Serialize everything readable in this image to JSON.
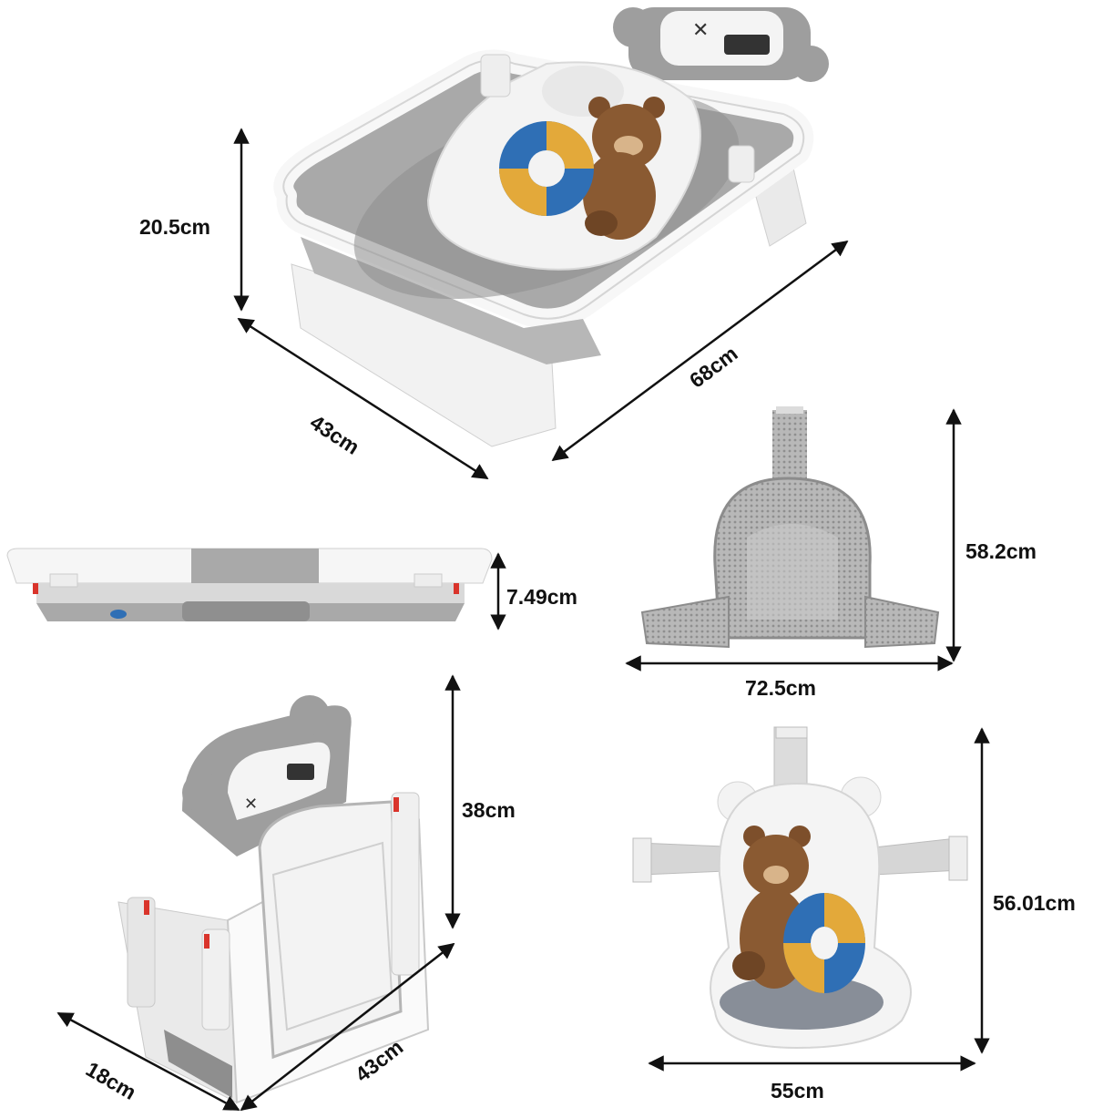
{
  "colors": {
    "frame_white": "#fafafa",
    "tub_grey": "#a9a9a9",
    "dark_grey": "#6e6e6e",
    "bear_brown": "#8a5a32",
    "ring_blue": "#2f6fb5",
    "ring_yellow": "#e3a93a",
    "mesh_grey": "#9c9c9c",
    "accent_red": "#d9342b",
    "arrow": "#111111"
  },
  "icons": {
    "tub_open": "bathtub-illustration",
    "tub_flat": "folded-tub-side-illustration",
    "tub_folded": "folded-tub-standing-illustration",
    "mesh_seat": "mesh-bath-seat-illustration",
    "cushion": "bear-cushion-illustration"
  },
  "dimensions": {
    "tub_height": "20.5cm",
    "tub_width": "43cm",
    "tub_length": "68cm",
    "folded_thickness": "7.49cm",
    "mesh_height": "58.2cm",
    "mesh_width": "72.5cm",
    "folded_height": "38cm",
    "folded_depth": "18cm",
    "folded_width": "43cm",
    "cushion_height": "56.01cm",
    "cushion_width": "55cm"
  }
}
